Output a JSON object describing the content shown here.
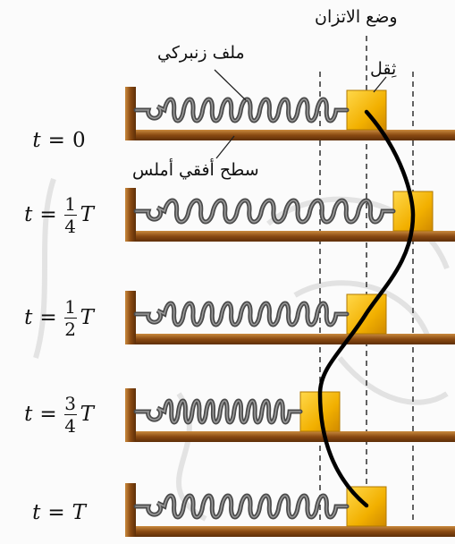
{
  "labels": {
    "equilibrium": "وضع الاتزان",
    "spring": "ملف زنبركي",
    "mass": "ثِقل",
    "surface": "سطح أفقي أملس"
  },
  "times": [
    {
      "t": "t",
      "eq": "=",
      "num": "",
      "den": "",
      "value": "0",
      "unit": ""
    },
    {
      "t": "t",
      "eq": "=",
      "num": "1",
      "den": "4",
      "value": "",
      "unit": "T"
    },
    {
      "t": "t",
      "eq": "=",
      "num": "1",
      "den": "2",
      "value": "",
      "unit": "T"
    },
    {
      "t": "t",
      "eq": "=",
      "num": "3",
      "den": "4",
      "value": "",
      "unit": "T"
    },
    {
      "t": "t",
      "eq": "=",
      "num": "",
      "den": "",
      "value": "",
      "unit": "T"
    }
  ],
  "colors": {
    "wood": "#8a4a12",
    "wood_light": "#c98a3e",
    "mass": "#f2b800",
    "spring": "#555555",
    "curve": "#000000"
  }
}
